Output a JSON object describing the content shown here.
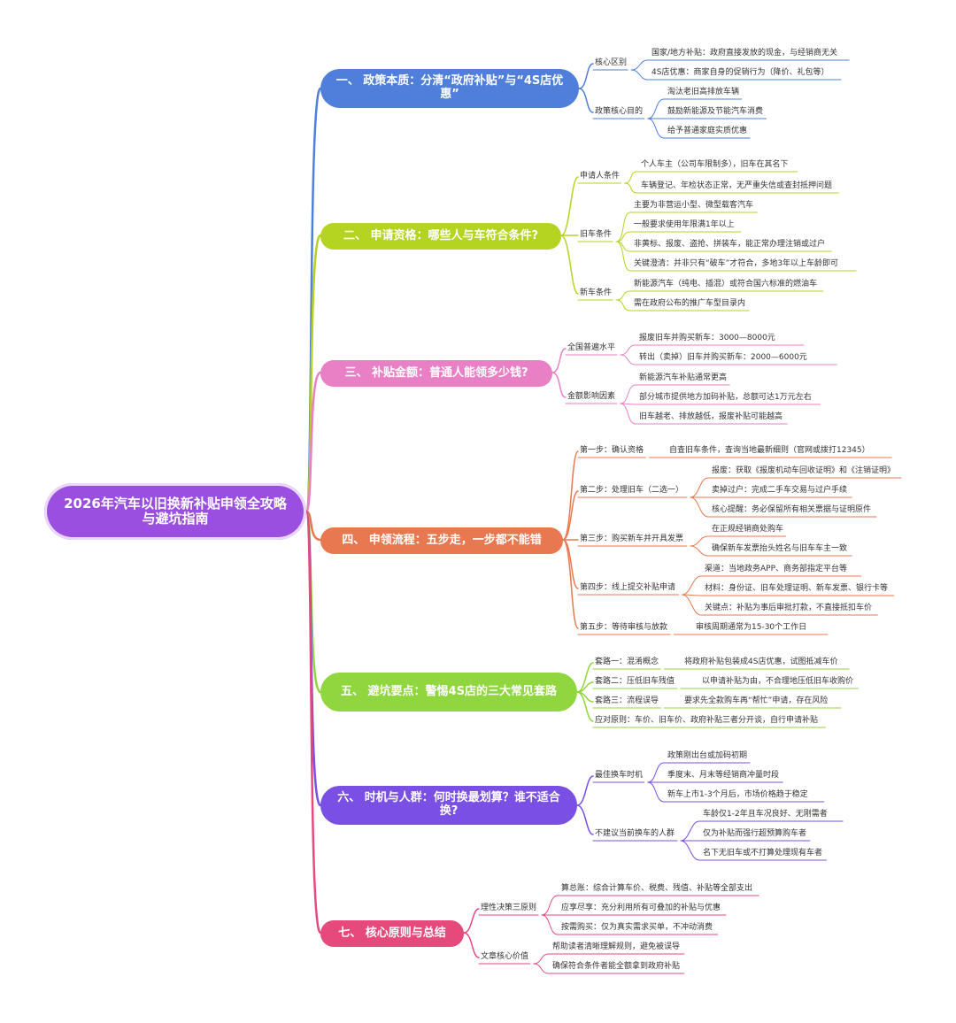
{
  "root": {
    "label": "2026年汽车以旧换新补贴申领全攻略与避坑指南",
    "color": "#9b4fe0"
  },
  "branches": [
    {
      "label": "一、 政策本质：分清“政府补贴”与“4S店优惠”",
      "color": "#4f7fdb",
      "groups": [
        {
          "label": "核心区别",
          "items": [
            "国家/地方补贴：政府直接发放的现金，与经销商无关",
            "4S店优惠：商家自身的促销行为（降价、礼包等）"
          ]
        },
        {
          "label": "政策核心目的",
          "items": [
            "淘汰老旧高排放车辆",
            "鼓励新能源及节能汽车消费",
            "给予普通家庭实质优惠"
          ]
        }
      ]
    },
    {
      "label": "二、 申请资格：哪些人与车符合条件?",
      "color": "#b5d321",
      "groups": [
        {
          "label": "申请人条件",
          "items": [
            "个人车主（公司车限制多），旧车在其名下",
            "车辆登记、年检状态正常，无严重失信或查封抵押问题"
          ]
        },
        {
          "label": "旧车条件",
          "items": [
            "主要为非营运小型、微型载客汽车",
            "一般要求使用年限满1年以上",
            "非黄标、报废、盗抢、拼装车，能正常办理注销或过户",
            "关键澄清：并非只有“破车”才符合，多地3年以上车龄即可"
          ]
        },
        {
          "label": "新车条件",
          "items": [
            "新能源汽车（纯电、插混）或符合国六标准的燃油车",
            "需在政府公布的推广车型目录内"
          ]
        }
      ]
    },
    {
      "label": "三、 补贴金额：普通人能领多少钱?",
      "color": "#e97fc5",
      "groups": [
        {
          "label": "全国普遍水平",
          "items": [
            "报废旧车并购买新车：3000—8000元",
            "转出（卖掉）旧车并购买新车：2000—6000元"
          ]
        },
        {
          "label": "金额影响因素",
          "items": [
            "新能源汽车补贴通常更高",
            "部分城市提供地方加码补贴，总额可达1万元左右",
            "旧车越老、排放越低，报废补贴可能越高"
          ]
        }
      ]
    },
    {
      "label": "四、 申领流程：五步走，一步都不能错",
      "color": "#e8784f",
      "groups": [
        {
          "label": "第一步：确认资格",
          "items": [
            "自查旧车条件，查询当地最新细则（官网或拨打12345）"
          ]
        },
        {
          "label": "第二步：处理旧车（二选一）",
          "items": [
            "报废：获取《报废机动车回收证明》和《注销证明》",
            "卖掉过户：完成二手车交易与过户手续",
            "核心提醒：务必保留所有相关票据与证明原件"
          ]
        },
        {
          "label": "第三步：购买新车并开具发票",
          "items": [
            "在正规经销商处购车",
            "确保新车发票抬头姓名与旧车车主一致"
          ]
        },
        {
          "label": "第四步：线上提交补贴申请",
          "items": [
            "渠道：当地政务APP、商务部指定平台等",
            "材料：身份证、旧车处理证明、新车发票、银行卡等",
            "关键点：补贴为事后审批打款，不直接抵扣车价"
          ]
        },
        {
          "label": "第五步：等待审核与放款",
          "items": [
            "审核周期通常为15-30个工作日"
          ]
        }
      ]
    },
    {
      "label": "五、 避坑要点：警惕4S店的三大常见套路",
      "color": "#8fd63f",
      "groups": [
        {
          "label": "套路一：混淆概念",
          "items": [
            "将政府补贴包装成4S店优惠，试图抵减车价"
          ]
        },
        {
          "label": "套路二：压低旧车残值",
          "items": [
            "以申请补贴为由，不合理地压低旧车收购价"
          ]
        },
        {
          "label": "套路三：流程误导",
          "items": [
            "要求先全款购车再“帮忙”申请，存在风险"
          ]
        },
        {
          "label": "应对原则：车价、旧车价、政府补贴三者分开谈，自行申请补贴",
          "items": []
        }
      ]
    },
    {
      "label": "六、 时机与人群：何时换最划算？谁不适合换?",
      "color": "#7a4fe3",
      "groups": [
        {
          "label": "最佳换车时机",
          "items": [
            "政策刚出台或加码初期",
            "季度末、月末等经销商冲量时段",
            "新车上市1-3个月后，市场价格趋于稳定"
          ]
        },
        {
          "label": "不建议当前换车的人群",
          "items": [
            "车龄仅1-2年且车况良好、无刚需者",
            "仅为补贴而强行超预算购车者",
            "名下无旧车或不打算处理现有车者"
          ]
        }
      ]
    },
    {
      "label": "七、 核心原则与总结",
      "color": "#e64a7c",
      "groups": [
        {
          "label": "理性决策三原则",
          "items": [
            "算总账：综合计算车价、税费、残值、补贴等全部支出",
            "应享尽享：充分利用所有可叠加的补贴与优惠",
            "按需购买：仅为真实需求买单，不冲动消费"
          ]
        },
        {
          "label": "文章核心价值",
          "items": [
            "帮助读者清晰理解规则，避免被误导",
            "确保符合条件者能全额拿到政府补贴"
          ]
        }
      ]
    }
  ]
}
